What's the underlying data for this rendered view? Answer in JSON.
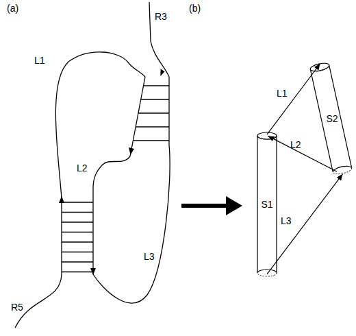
{
  "diagram": {
    "nodes": [
      {
        "text": [
          "S1"
        ]
      },
      {
        "text": [
          "S2"
        ]
      }
    ],
    "edges": [
      {
        "from": 0,
        "to": 1,
        "label": "L1",
        "arrow": "to"
      },
      {
        "from": 1,
        "to": 0,
        "label": "L2",
        "arrow": "to"
      },
      {
        "from": 0,
        "to": 1,
        "label": "L3",
        "arrow": "to"
      }
    ],
    "labels": [
      "(a)",
      "(b)",
      "R3",
      "L1",
      "L2",
      "R5",
      "L3"
    ]
  }
}
